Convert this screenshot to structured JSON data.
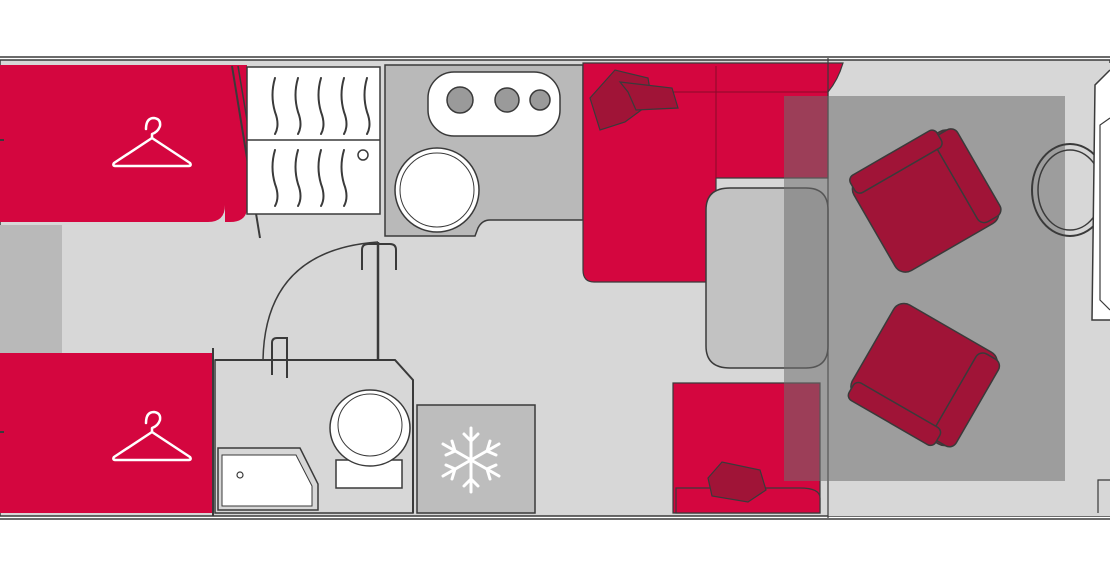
{
  "diagram": {
    "type": "motorhome-floor-plan",
    "colors": {
      "floor": "#d7d7d7",
      "floor_dark": "#b9b9b9",
      "furniture_red": "#d4063f",
      "seat_red": "#a01437",
      "cabin_overlay": "#7a7a7a",
      "table": "#c2c2c2",
      "outline": "#3a3a3a",
      "white": "#ffffff",
      "fridge": "#bdbdbd"
    },
    "icons": {
      "wardrobe_top": "hanger-icon",
      "wardrobe_bottom": "hanger-icon",
      "fridge": "snowflake-icon",
      "hob": "hob-icon",
      "sink": "sink-icon",
      "toilet": "toilet-icon",
      "shower": "shower-tray-icon",
      "steering_wheel": "steering-wheel-icon"
    },
    "areas": [
      "wardrobe-top",
      "wardrobe-bottom",
      "shower-wall-cabinet",
      "kitchen-counter",
      "bathroom",
      "fridge",
      "dinette-bench-front",
      "dinette-bench-rear",
      "dinette-table",
      "cab",
      "driver-seat",
      "passenger-seat"
    ]
  }
}
